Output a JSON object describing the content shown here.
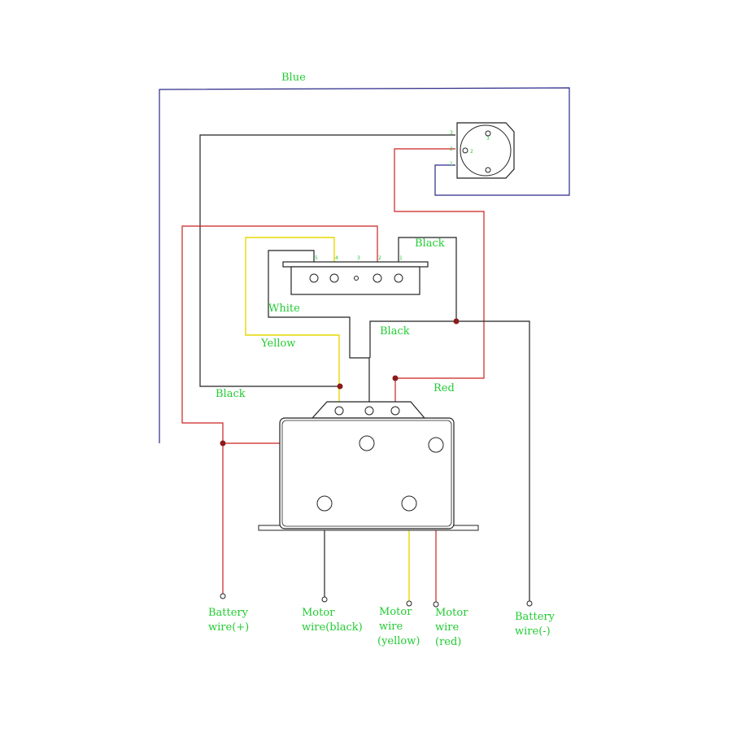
{
  "labels": {
    "blue": "Blue",
    "black_top": "Black",
    "white": "White",
    "black_mid": "Black",
    "yellow": "Yellow",
    "red": "Red",
    "black_left": "Black",
    "battery_pos_line1": "Battery",
    "battery_pos_line2": "wire(+)",
    "motor_black_line1": "Motor",
    "motor_black_line2": "wire(black)",
    "motor_yellow_line1": "Motor",
    "motor_yellow_line2": "wire",
    "motor_yellow_line3": "(yellow)",
    "motor_red_line1": "Motor",
    "motor_red_line2": "wire",
    "motor_red_line3": "(red)",
    "battery_neg_line1": "Battery",
    "battery_neg_line2": "wire(-)"
  },
  "switch_pins": [
    "5",
    "4",
    "3",
    "2",
    "1"
  ],
  "connector_pins": [
    "3",
    "2",
    "1"
  ],
  "connector_inner": [
    "3",
    "2"
  ],
  "colors": {
    "blue": "#2a2a8a",
    "black": "#222222",
    "red": "#cc2222",
    "yellow": "#e6d800",
    "label_green": "#22cc33",
    "junction": "#8b1a1a"
  }
}
